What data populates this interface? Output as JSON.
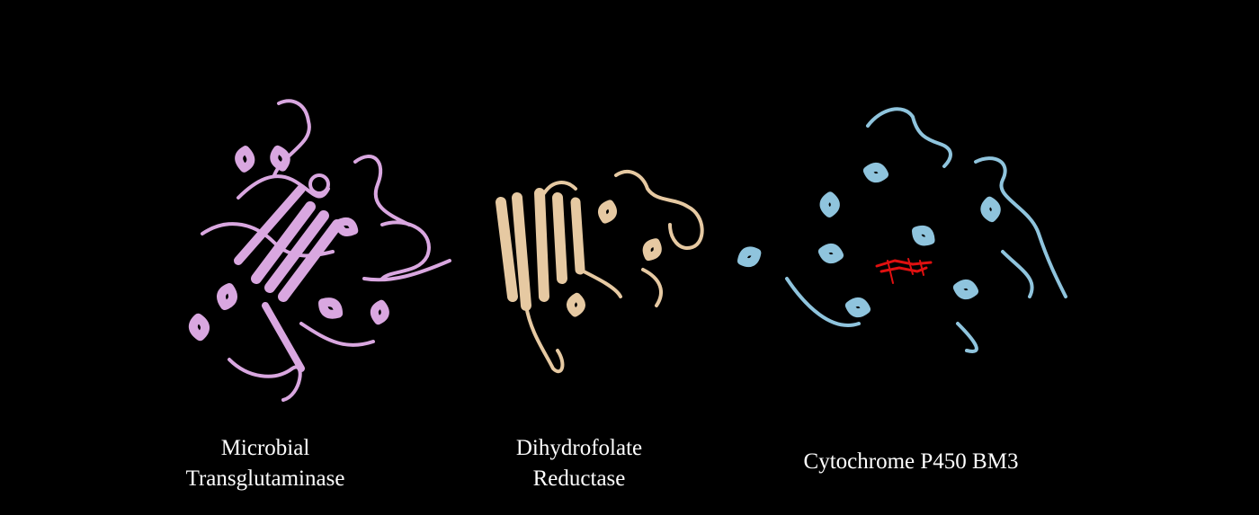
{
  "background_color": "#000000",
  "proteins": [
    {
      "name_lines": [
        "Microbial",
        "Transglutaminase"
      ],
      "color": "#d9a7e0",
      "shade": "#9a6aa3"
    },
    {
      "name_lines": [
        "Dihydrofolate",
        "Reductase"
      ],
      "color": "#e6c9a2",
      "shade": "#a98c67"
    },
    {
      "name_lines": [
        "Cytochrome P450 BM3"
      ],
      "color": "#8fc4dd",
      "shade": "#5a8fa8",
      "ligand_color": "#e01010"
    }
  ]
}
